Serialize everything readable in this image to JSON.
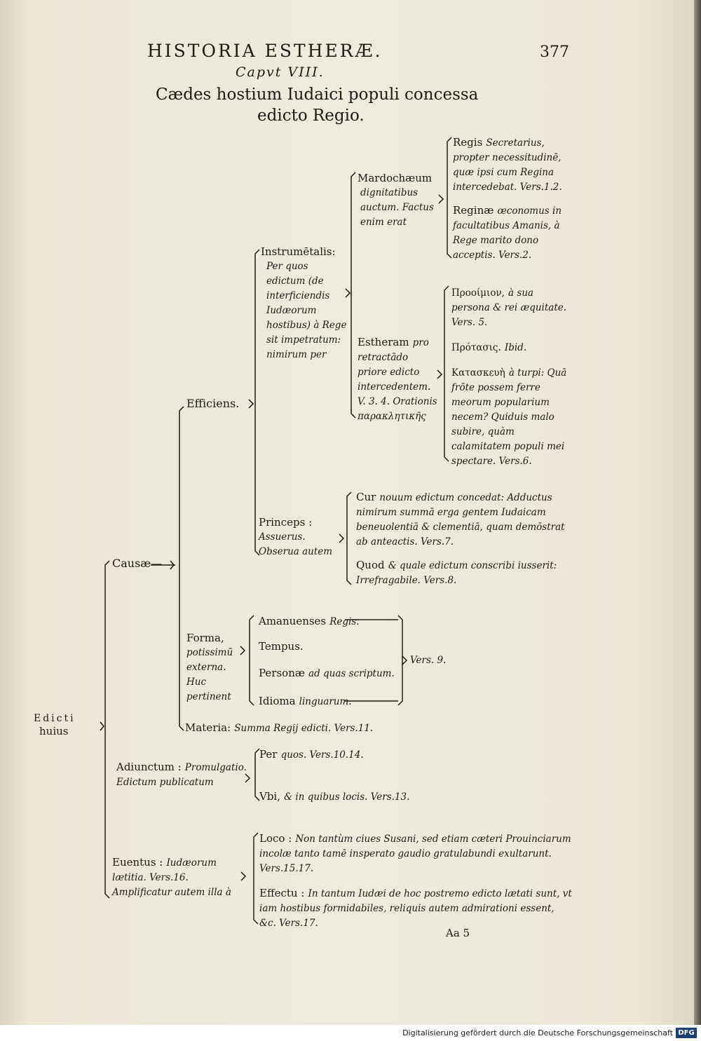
{
  "header": {
    "running_title": "HISTORIA ESTHERÆ.",
    "page_number": "377",
    "chapter": "Capvt VIII.",
    "title_line1": "Cædes hostium Iudaici populi concessa",
    "title_line2": "edicto Regio."
  },
  "tree": {
    "root": {
      "line1": "Edicti",
      "line2": "huius"
    },
    "causae": "Causæ—",
    "efficiens": "Efficiens.",
    "instrumentalis": {
      "head": "Instrumētalis:",
      "body": "Per quos edictum (de interficiendis Iudæorum hostibus) à Rege sit impetratum: nimirum per"
    },
    "mardochaeum": {
      "head": "Mardochæum",
      "body": "dignitatibus auctum. Factus enim erat"
    },
    "mardochaeum_items": [
      {
        "head": "Regis",
        "body": "Secretarius, propter necessitudinē, quæ ipsi cum Regina intercedebat. Vers.1.2."
      },
      {
        "head": "Reginæ",
        "body": "œconomus in facultatibus Amanis, à Rege marito dono acceptis. Vers.2."
      }
    ],
    "estheram": {
      "head": "Estheram",
      "body": "pro retractādo priore edicto intercedentem. V. 3. 4. Orationis παρακλητικῆς"
    },
    "estheram_items": [
      {
        "head": "Προοίμιον,",
        "body": "à sua persona & rei æquitate. Vers. 5."
      },
      {
        "head": "Πρότασις.",
        "body": "Ibid."
      },
      {
        "head": "Κατασκευὴ",
        "body": "à turpi: Quā frōte possem ferre meorum popularium necem? Quiduis malo subire, quàm calamitatem populi mei spectare. Vers.6."
      }
    ],
    "princeps": {
      "head": "Princeps :",
      "body": "Assuerus. Obserua autem"
    },
    "princeps_items": [
      {
        "head": "Cur",
        "body": "nouum edictum concedat: Adductus nimirum summā erga gentem Iudaicam beneuolentiā & clementiā, quam demōstrat ab anteactis. Vers.7."
      },
      {
        "head": "Quod",
        "body": "& quale edictum conscribi iusserit: Irrefragabile. Vers.8."
      }
    ],
    "forma": {
      "head": "Forma,",
      "body": "potissimū externa. Huc pertinent"
    },
    "forma_items": [
      {
        "head": "Amanuenses",
        "body": "Regis."
      },
      {
        "head": "Tempus.",
        "body": ""
      },
      {
        "head": "Personæ",
        "body": "ad quas scriptum."
      },
      {
        "head": "Idioma",
        "body": "linguarum."
      }
    ],
    "forma_ref": "Vers. 9.",
    "materia": {
      "head": "Materia:",
      "body": "Summa Regij edicti. Vers.11."
    },
    "adiunctum": {
      "head": "Adiunctum :",
      "body": "Promulgatio. Edictum publicatum"
    },
    "adiunctum_items": [
      {
        "head": "Per",
        "body": "quos. Vers.10.14."
      },
      {
        "head": "Vbi,",
        "body": "& in quibus locis. Vers.13."
      }
    ],
    "euentus": {
      "head": "Euentus :",
      "body": "Iudæorum lætitia. Vers.16. Amplificatur autem illa à"
    },
    "euentus_items": [
      {
        "head": "Loco :",
        "body": "Non tantùm ciues Susani, sed etiam cæteri Prouinciarum incolæ tanto tamē insperato gaudio gratulabundi exultarunt. Vers.15.17."
      },
      {
        "head": "Effectu :",
        "body": "In tantum Iudæi de hoc postremo edicto lætati sunt, vt iam hostibus formidabiles, reliquis autem admirationi essent, &c. Vers.17."
      }
    ]
  },
  "signature": "Aa 5",
  "footer": {
    "text": "Digitalisierung gefördert durch die Deutsche Forschungsgemeinschaft",
    "logo": "DFG"
  }
}
